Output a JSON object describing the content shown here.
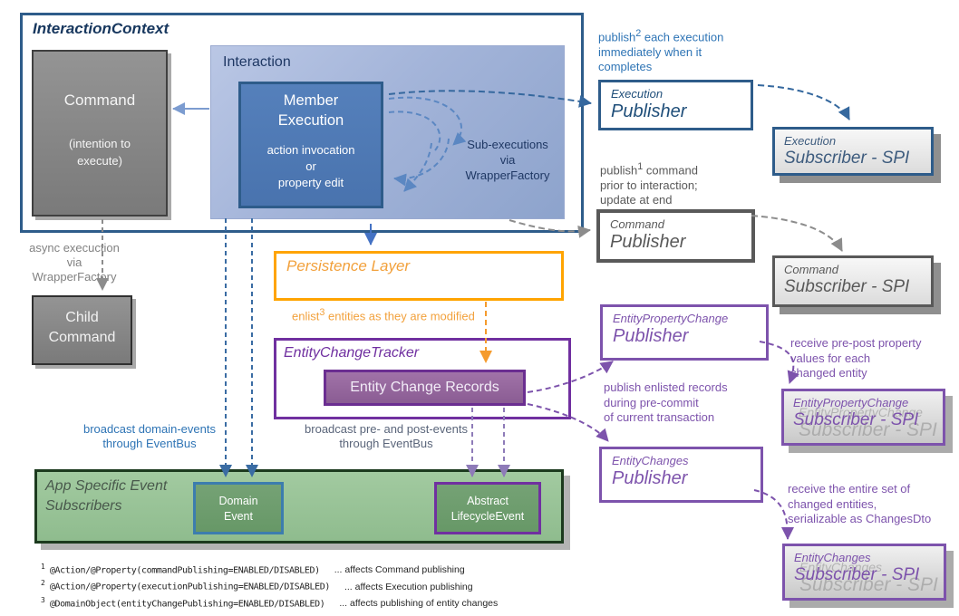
{
  "context": {
    "title": "InteractionContext",
    "command": {
      "title": "Command",
      "sub1": "(intention to",
      "sub2": "execute)"
    },
    "interaction": {
      "title": "Interaction",
      "member_execution": {
        "line1": "Member",
        "line2": "Execution",
        "detail1": "action invocation",
        "detail2": "or",
        "detail3": "property edit"
      },
      "sub_exec_note": {
        "line1": "Sub-executions",
        "line2": "via",
        "line3": "WrapperFactory"
      }
    }
  },
  "async_note": {
    "line1": "async execuction",
    "line2": "via",
    "line3": "WrapperFactory"
  },
  "child_command": {
    "line1": "Child",
    "line2": "Command"
  },
  "persistence": {
    "title": "Persistence Layer"
  },
  "enlist_note": {
    "pre": "enlist",
    "sup": "3",
    "rest": " entities as they are modified"
  },
  "tracker": {
    "title": "EntityChangeTracker",
    "records": "Entity Change Records"
  },
  "broadcast_domain": {
    "line1": "broadcast domain-events",
    "line2": "through EventBus"
  },
  "broadcast_prepost": {
    "line1": "broadcast pre- and post-events",
    "line2": "through EventBus"
  },
  "event_box": {
    "title1": "App Specific Event",
    "title2": "Subscribers",
    "domain_event": {
      "line1": "Domain",
      "line2": "Event"
    },
    "lifecycle_event": {
      "line1": "Abstract",
      "line2": "LifecycleEvent"
    }
  },
  "right": {
    "pub2_note": {
      "pre": "publish",
      "sup": "2",
      "rest": " each execution",
      "line2": "immediately when it",
      "line3": "completes"
    },
    "execution_publisher": {
      "type": "Execution",
      "role": "Publisher"
    },
    "execution_subscriber": {
      "type": "Execution",
      "role": "Subscriber - SPI"
    },
    "pub1_note": {
      "pre": "publish",
      "sup": "1",
      "rest": " command",
      "line2": "prior to interaction;",
      "line3": "update at end"
    },
    "command_publisher": {
      "type": "Command",
      "role": "Publisher"
    },
    "command_subscriber": {
      "type": "Command",
      "role": "Subscriber - SPI"
    },
    "epc_publisher": {
      "type": "EntityPropertyChange",
      "role": "Publisher"
    },
    "epc_note": {
      "line1": "receive pre-post property",
      "line2": "values for each",
      "line3": "changed entity"
    },
    "epc_subscriber": {
      "type": "EntityPropertyChange",
      "role": "Subscriber - SPI"
    },
    "enlisted_note": {
      "line1": "publish enlisted records",
      "line2": "during pre-commit",
      "line3": "of current transaction"
    },
    "ec_publisher": {
      "type": "EntityChanges",
      "role": "Publisher"
    },
    "ec_note": {
      "line1": "receive the entire set of",
      "line2": "changed entities,",
      "line3": "serializable as ChangesDto"
    },
    "ec_subscriber": {
      "type": "EntityChanges",
      "role": "Subscriber - SPI"
    }
  },
  "footnotes": [
    {
      "sup": "1",
      "code": "@Action/@Property(commandPublishing=ENABLED/DISABLED)",
      "note": "... affects Command publishing"
    },
    {
      "sup": "2",
      "code": "@Action/@Property(executionPublishing=ENABLED/DISABLED)",
      "note": "... affects Execution publishing"
    },
    {
      "sup": "3",
      "code": "@DomainObject(entityChangePublishing=ENABLED/DISABLED)",
      "note": "... affects publishing of entity changes"
    }
  ],
  "colors": {
    "dark_blue": "#2E5C8A",
    "navy_text": "#17375E",
    "member_fill": "#4E79B4",
    "interaction_fill": "#A3B4D9",
    "gray_box": "#7F7F7F",
    "gray_line": "#8C8C8C",
    "orange": "#FFA400",
    "orange_text": "#F2A13C",
    "purple_dark": "#7030A0",
    "purple": "#7D53AC",
    "records_fill": "#96679C",
    "green_fill": "#98C397",
    "green_border": "#1C3A1E",
    "inner_green": "#6F9D6F",
    "event_blue_border": "#3C7DAE",
    "annotation_blue": "#2E74B5",
    "annotation_gray": "#595959"
  }
}
